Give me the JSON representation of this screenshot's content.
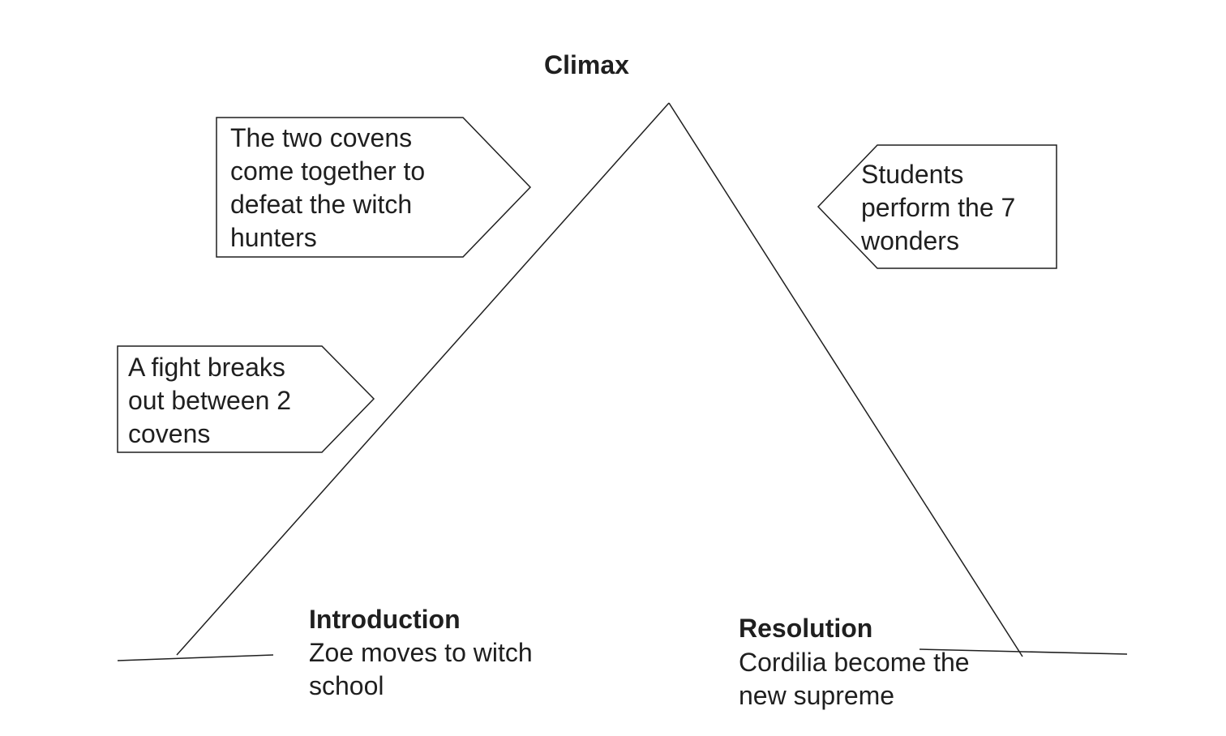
{
  "diagram": {
    "type": "plot-mountain",
    "stroke_color": "#1f1f1f",
    "text_color": "#1f1f1f",
    "background": "#ffffff",
    "climax": {
      "title": "Climax"
    },
    "rising_action": [
      {
        "text": "A fight breaks\nout between 2\ncovens"
      },
      {
        "text": "The two covens\ncome together to\ndefeat the witch\nhunters"
      }
    ],
    "falling_action": [
      {
        "text": "Students\nperform the 7\nwonders"
      }
    ],
    "introduction": {
      "title": "Introduction",
      "body": "Zoe moves to witch\nschool"
    },
    "resolution": {
      "title": "Resolution",
      "body": "Cordilia become the\nnew supreme"
    }
  }
}
